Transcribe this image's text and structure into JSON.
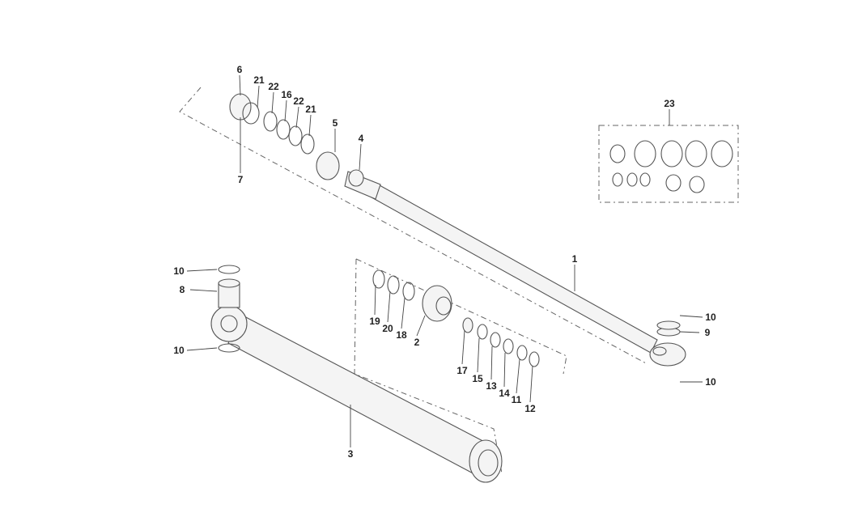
{
  "diagram": {
    "title": "Hydraulic cylinder exploded parts view",
    "callouts": [
      {
        "id": "c6",
        "text": "6"
      },
      {
        "id": "c21a",
        "text": "21"
      },
      {
        "id": "c22a",
        "text": "22"
      },
      {
        "id": "c16",
        "text": "16"
      },
      {
        "id": "c22b",
        "text": "22"
      },
      {
        "id": "c21b",
        "text": "21"
      },
      {
        "id": "c5",
        "text": "5"
      },
      {
        "id": "c4",
        "text": "4"
      },
      {
        "id": "c7",
        "text": "7"
      },
      {
        "id": "c23",
        "text": "23"
      },
      {
        "id": "c1",
        "text": "1"
      },
      {
        "id": "c10a",
        "text": "10"
      },
      {
        "id": "c8",
        "text": "8"
      },
      {
        "id": "c10b",
        "text": "10"
      },
      {
        "id": "c19",
        "text": "19"
      },
      {
        "id": "c20",
        "text": "20"
      },
      {
        "id": "c18",
        "text": "18"
      },
      {
        "id": "c2",
        "text": "2"
      },
      {
        "id": "c17",
        "text": "17"
      },
      {
        "id": "c15",
        "text": "15"
      },
      {
        "id": "c13",
        "text": "13"
      },
      {
        "id": "c14",
        "text": "14"
      },
      {
        "id": "c11",
        "text": "11"
      },
      {
        "id": "c12",
        "text": "12"
      },
      {
        "id": "c10c",
        "text": "10"
      },
      {
        "id": "c9",
        "text": "9"
      },
      {
        "id": "c10d",
        "text": "10"
      },
      {
        "id": "c3",
        "text": "3"
      }
    ]
  }
}
